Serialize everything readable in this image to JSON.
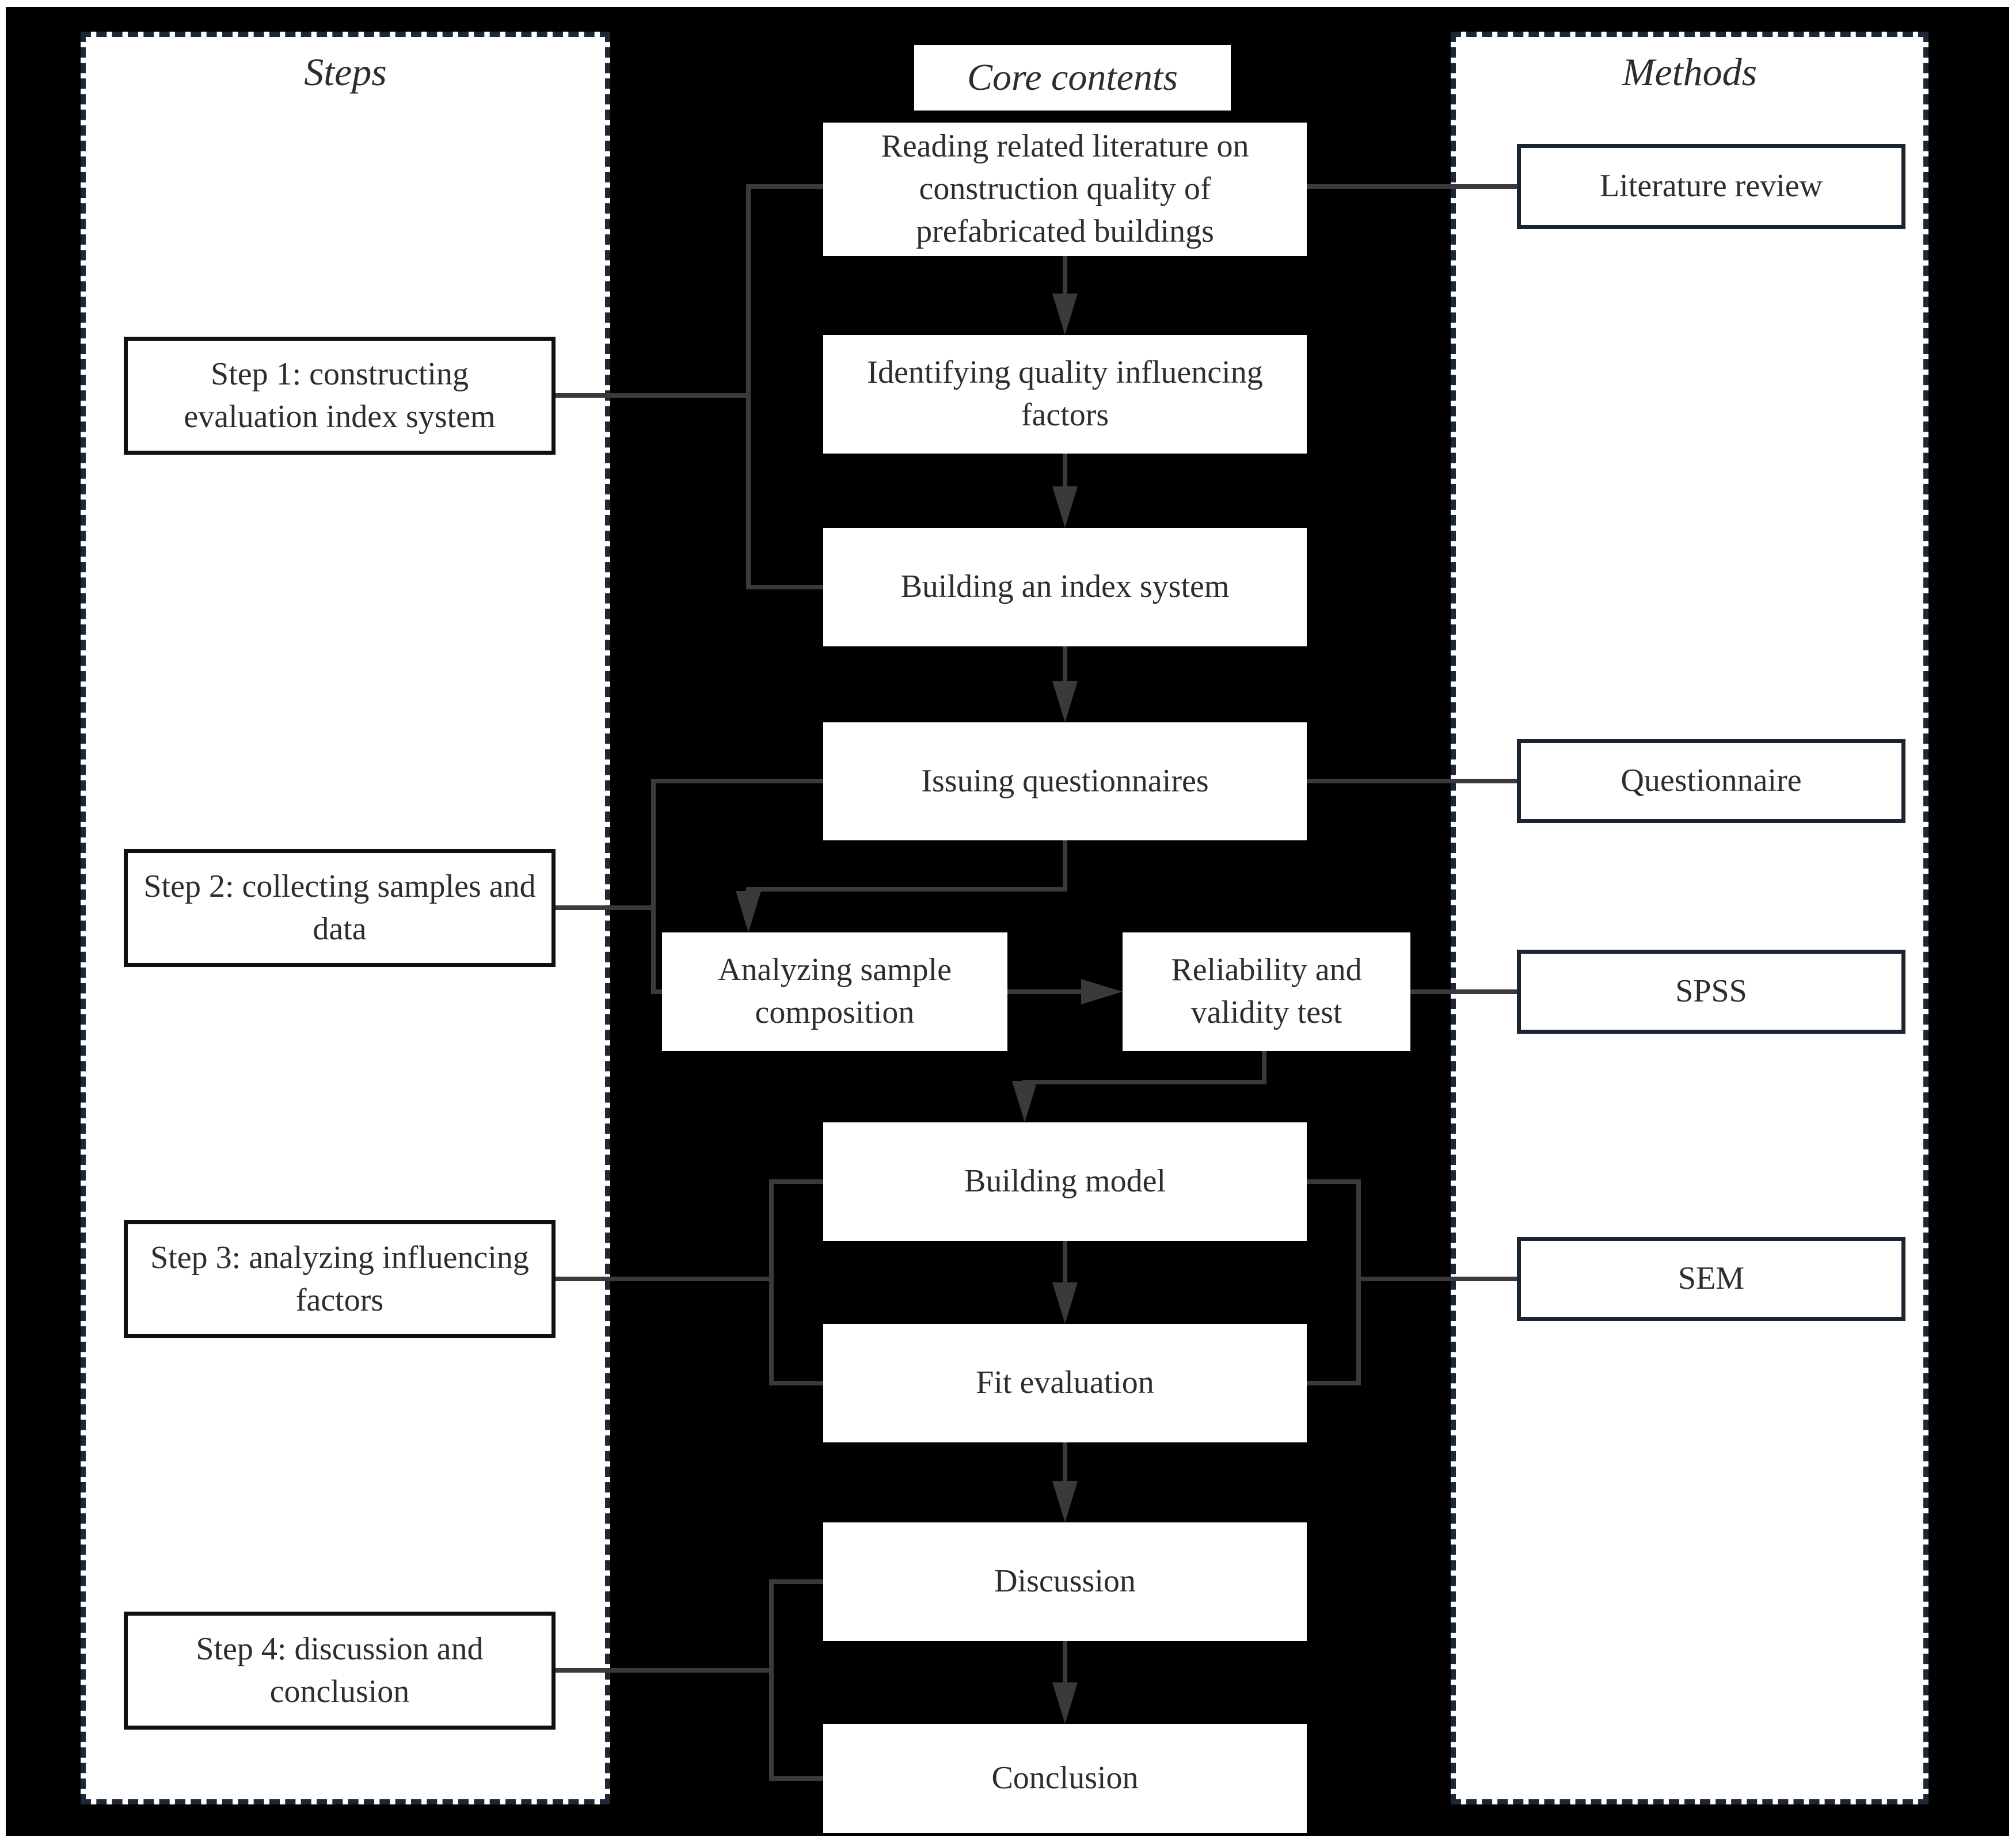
{
  "steps": {
    "title": "Steps",
    "step1": "Step 1: constructing evaluation index system",
    "step2": "Step 2: collecting samples and data",
    "step3": "Step 3: analyzing influencing factors",
    "step4": "Step 4: discussion and conclusion"
  },
  "core": {
    "title": "Core contents",
    "reading": "Reading related literature on construction quality of prefabricated buildings",
    "identifying": "Identifying quality influencing factors",
    "index_system": "Building an index system",
    "issuing": "Issuing questionnaires",
    "analyzing": "Analyzing sample composition",
    "reliability": "Reliability and validity test",
    "building_model": "Building model",
    "fit": "Fit evaluation",
    "discussion": "Discussion",
    "conclusion": "Conclusion"
  },
  "methods": {
    "title": "Methods",
    "literature_review": "Literature review",
    "questionnaire": "Questionnaire",
    "spss": "SPSS",
    "sem": "SEM"
  },
  "colors": {
    "bg": "#000000",
    "panel": "#ffffff",
    "line": "#3a3a3a",
    "text": "#2d2d2d",
    "box-border": "#101010",
    "method-border": "#1c2430",
    "dash": "#1e2735"
  }
}
